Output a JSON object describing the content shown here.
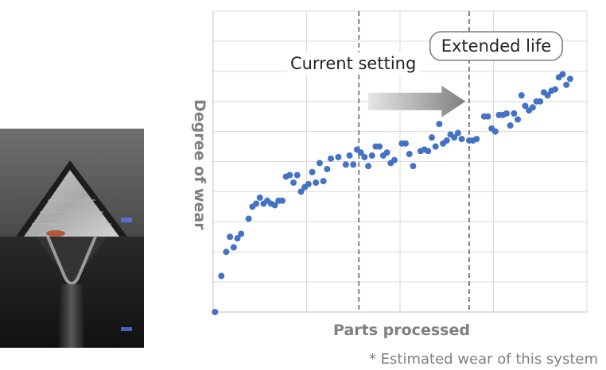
{
  "chart_data": {
    "type": "scatter",
    "xlabel": "Parts processed",
    "ylabel": "Degree of wear",
    "xlim": [
      0,
      100
    ],
    "ylim": [
      0,
      100
    ],
    "grid": true,
    "annotations": {
      "current_setting": {
        "label": "Current setting",
        "x": 39
      },
      "extended_life": {
        "label": "Extended life",
        "x": 68.5
      },
      "arrow_from_x": 41.5,
      "arrow_to_x": 67.5,
      "arrow_y": 70
    },
    "footnote": "* Estimated wear of this system",
    "series": [
      {
        "color": "#4472c4",
        "points": [
          [
            0.5,
            0
          ],
          [
            2.2,
            12
          ],
          [
            3.5,
            20
          ],
          [
            4.5,
            25
          ],
          [
            5.5,
            21.5
          ],
          [
            6.5,
            24.5
          ],
          [
            7.5,
            26
          ],
          [
            9.5,
            31
          ],
          [
            10.5,
            35
          ],
          [
            11.5,
            36
          ],
          [
            12.5,
            38
          ],
          [
            13.5,
            36
          ],
          [
            14.5,
            37
          ],
          [
            15.5,
            36
          ],
          [
            16.5,
            35.5
          ],
          [
            17.5,
            37
          ],
          [
            18.5,
            37
          ],
          [
            19.5,
            45
          ],
          [
            20.5,
            45.5
          ],
          [
            21.5,
            43
          ],
          [
            22.5,
            45.5
          ],
          [
            23.5,
            40
          ],
          [
            24.5,
            41.5
          ],
          [
            25.5,
            42.5
          ],
          [
            26.5,
            46.5
          ],
          [
            27.5,
            43
          ],
          [
            28.5,
            49.5
          ],
          [
            29.5,
            43.5
          ],
          [
            30.5,
            47.5
          ],
          [
            31.5,
            51
          ],
          [
            33.5,
            51.5
          ],
          [
            35.5,
            49
          ],
          [
            36.5,
            52
          ],
          [
            37.5,
            49
          ],
          [
            38.5,
            54
          ],
          [
            39.5,
            53
          ],
          [
            40.5,
            51.5
          ],
          [
            41.5,
            48.5
          ],
          [
            42.5,
            52
          ],
          [
            43.5,
            55
          ],
          [
            44.5,
            55
          ],
          [
            45.5,
            52
          ],
          [
            46.5,
            53
          ],
          [
            47.5,
            49.5
          ],
          [
            48.5,
            50.5
          ],
          [
            50.5,
            56
          ],
          [
            51.5,
            56
          ],
          [
            52.5,
            52.5
          ],
          [
            53.5,
            48.5
          ],
          [
            55.5,
            53.5
          ],
          [
            56.5,
            54
          ],
          [
            57.5,
            53.5
          ],
          [
            58.5,
            58
          ],
          [
            59.5,
            55
          ],
          [
            60.5,
            62.5
          ],
          [
            61.5,
            56
          ],
          [
            62.5,
            57
          ],
          [
            63.5,
            59
          ],
          [
            64.5,
            58
          ],
          [
            65.5,
            59.5
          ],
          [
            66.5,
            57.5
          ],
          [
            68.5,
            57
          ],
          [
            69.5,
            57
          ],
          [
            70.5,
            57.5
          ],
          [
            72.5,
            65
          ],
          [
            73.5,
            65
          ],
          [
            74.5,
            61
          ],
          [
            75.5,
            60
          ],
          [
            76.5,
            65.5
          ],
          [
            77.5,
            65.5
          ],
          [
            78.5,
            66
          ],
          [
            79.5,
            62
          ],
          [
            80.5,
            66
          ],
          [
            81.5,
            64
          ],
          [
            82.5,
            72
          ],
          [
            83.5,
            68.5
          ],
          [
            84.5,
            67
          ],
          [
            85.5,
            68
          ],
          [
            86.5,
            70
          ],
          [
            87.5,
            70
          ],
          [
            88.5,
            73
          ],
          [
            89.5,
            72
          ],
          [
            90.5,
            73.5
          ],
          [
            91.5,
            74
          ],
          [
            92.5,
            78
          ],
          [
            93.5,
            79
          ],
          [
            94.5,
            75.5
          ],
          [
            95.5,
            77.5
          ]
        ]
      }
    ]
  },
  "photos": {
    "top_caption": "",
    "bottom_caption": ""
  }
}
